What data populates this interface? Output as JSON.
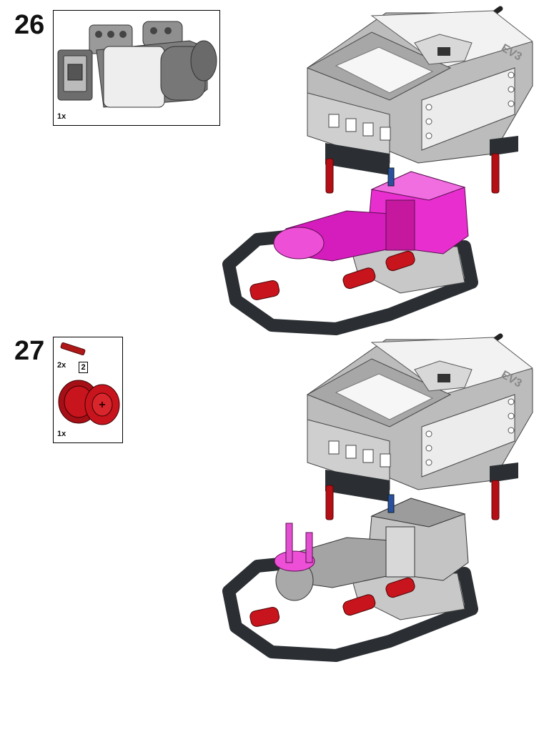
{
  "steps": [
    {
      "number": "26",
      "parts": [
        {
          "name": "EV3 Medium Motor",
          "quantity": "1x",
          "color": "#8a8a8a"
        }
      ]
    },
    {
      "number": "27",
      "parts": [
        {
          "name": "Axle",
          "quantity": "2x",
          "length": "2",
          "color": "#b01818"
        },
        {
          "name": "Double bevel gear",
          "quantity": "1x",
          "color": "#c8141c"
        }
      ]
    }
  ],
  "brick": {
    "logo_text": "EV3"
  },
  "colors": {
    "highlight_magenta": "#e82ecf",
    "brick_gray": "#bdbdbd",
    "frame_black": "#2b2f33",
    "part_red": "#c8141c"
  }
}
